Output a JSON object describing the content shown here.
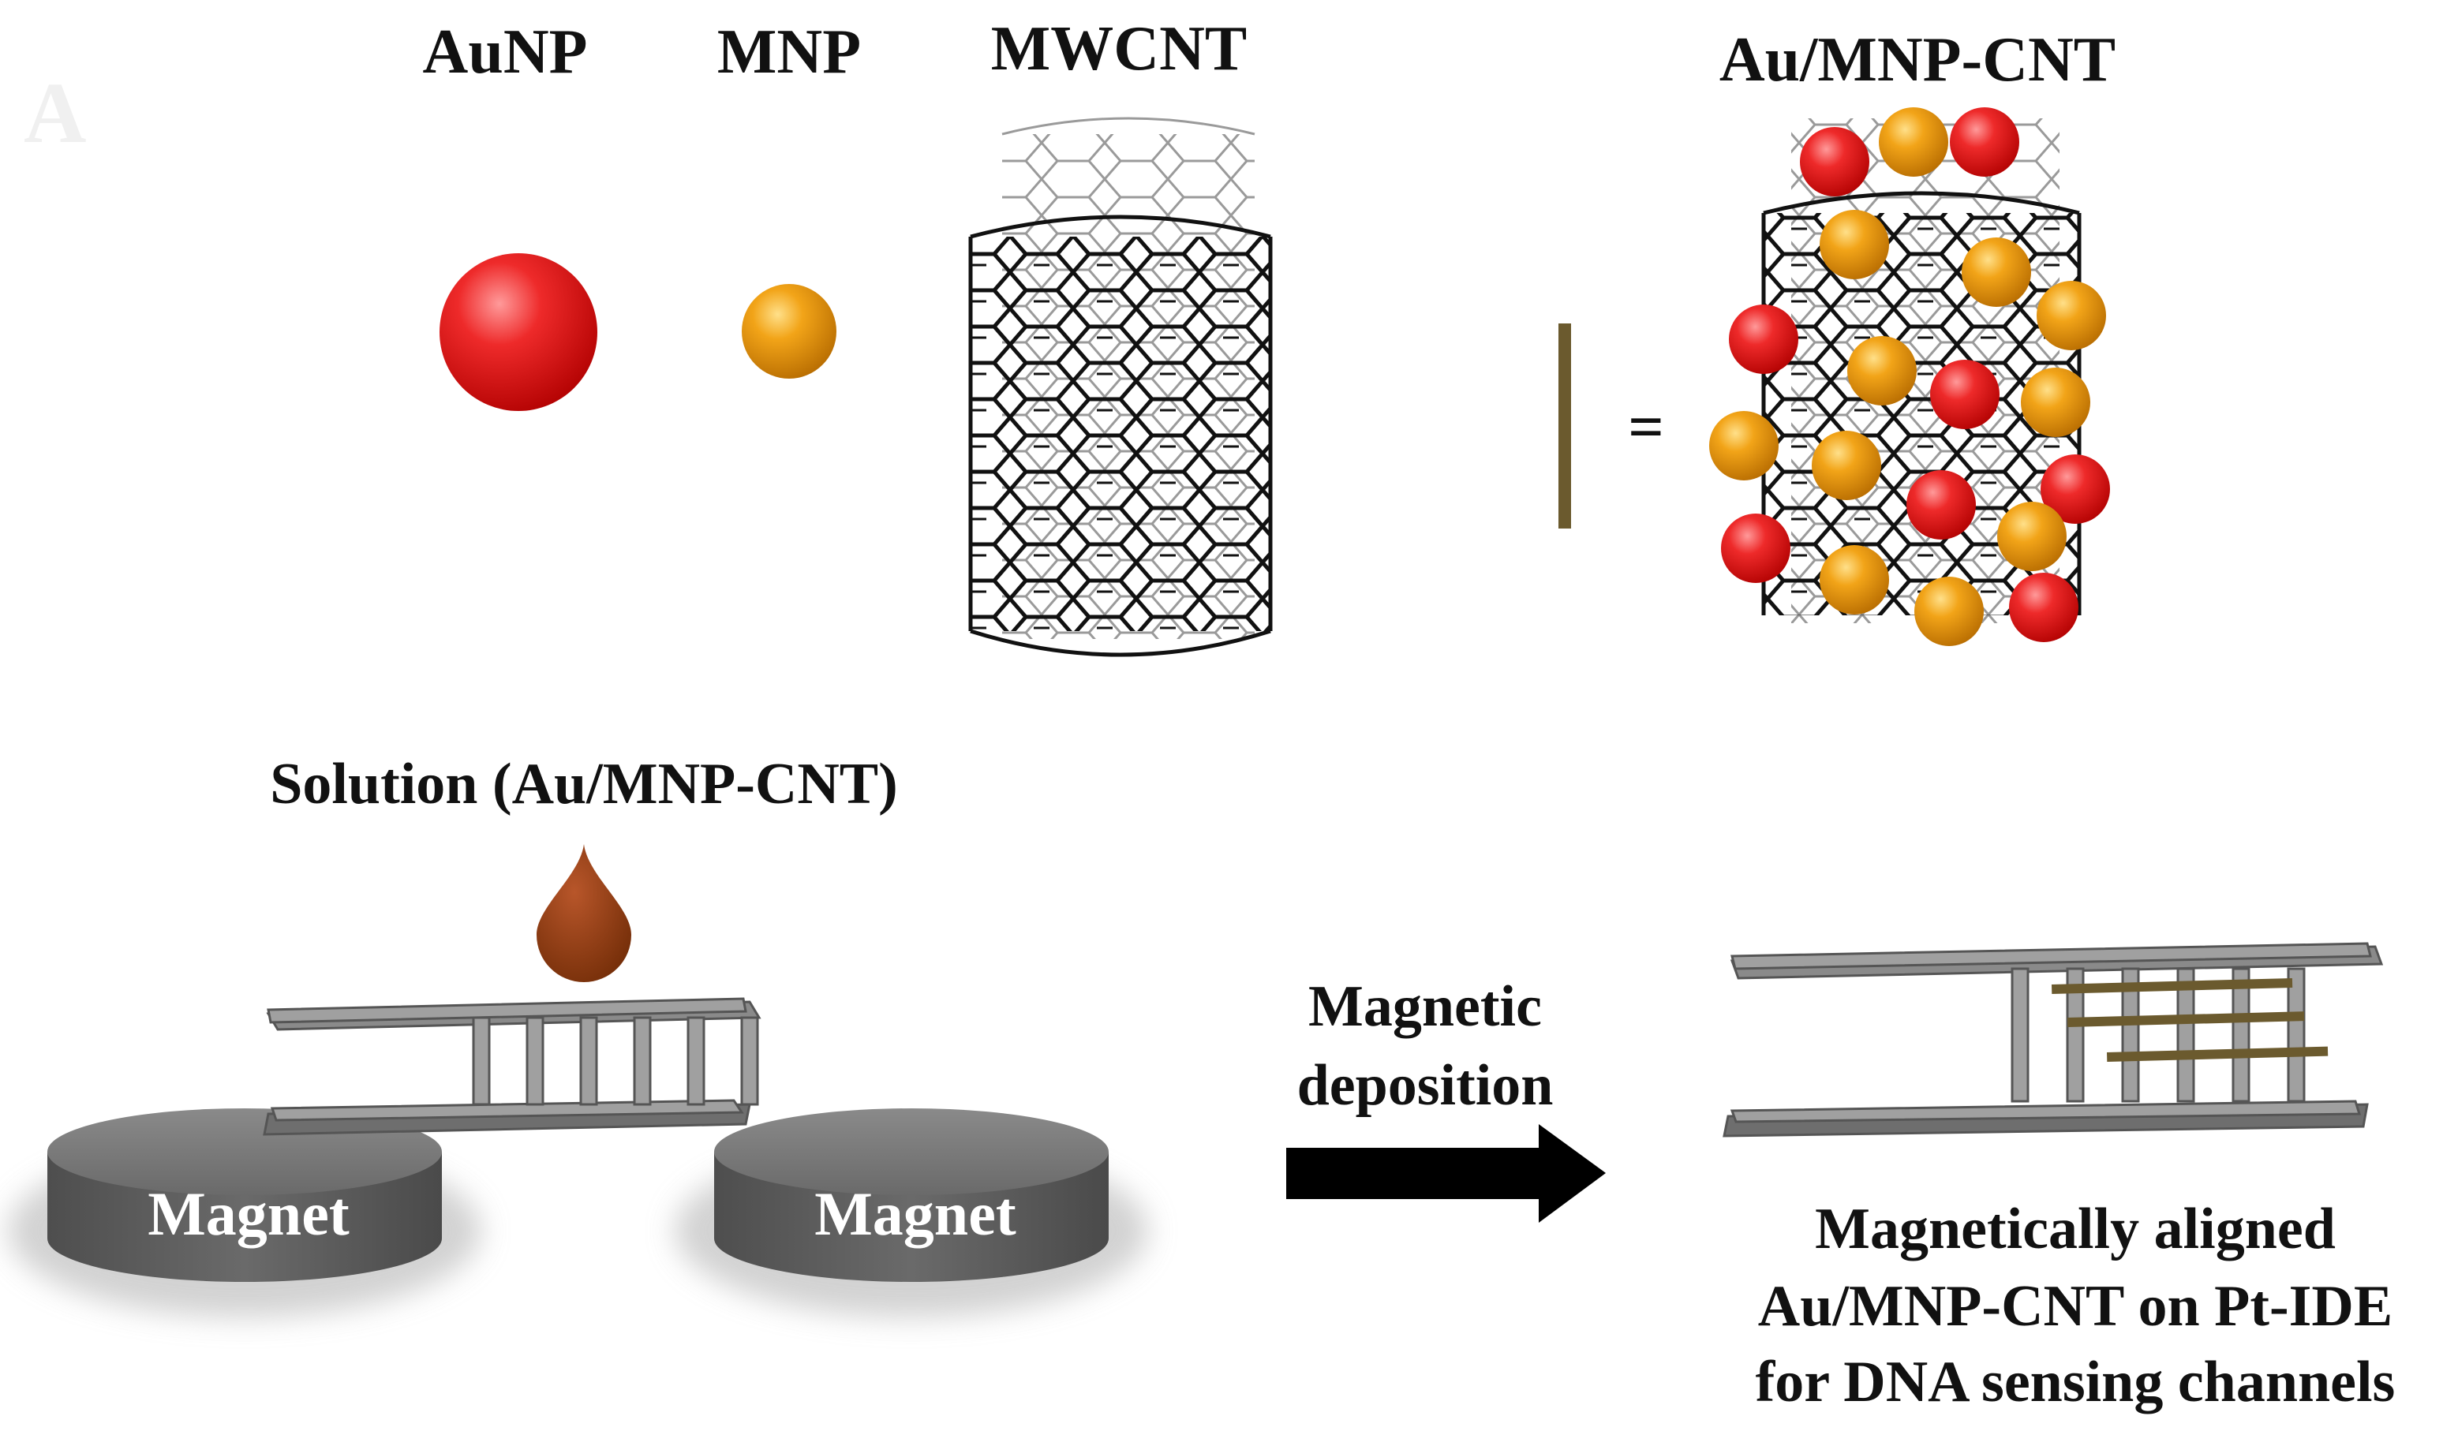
{
  "panel_letter": "A",
  "labels": {
    "aunp": "AuNP",
    "mnp": "MNP",
    "mwcnt": "MWCNT",
    "composite": "Au/MNP-CNT",
    "equals": "=",
    "solution": "Solution (Au/MNP-CNT)",
    "magnet_left": "Magnet",
    "magnet_right": "Magnet",
    "arrow_line1": "Magnetic",
    "arrow_line2": "deposition",
    "result_line1": "Magnetically aligned",
    "result_line2": "Au/MNP-CNT on Pt-IDE",
    "result_line3": "for DNA sensing channels"
  },
  "colors": {
    "gold_np": "#e41e1e",
    "magnetic_np": "#f0a010",
    "nanotube_line": "#111111",
    "nanotube_back": "#9a9a9a",
    "cnt_rod": "#6b5a2e",
    "droplet": "#8a3a0a",
    "electrode": "#9c9c9c",
    "magnet": "#616161",
    "arrow": "#000000"
  },
  "icons": {
    "drop": "droplet-icon",
    "arrow": "right-arrow-icon"
  }
}
